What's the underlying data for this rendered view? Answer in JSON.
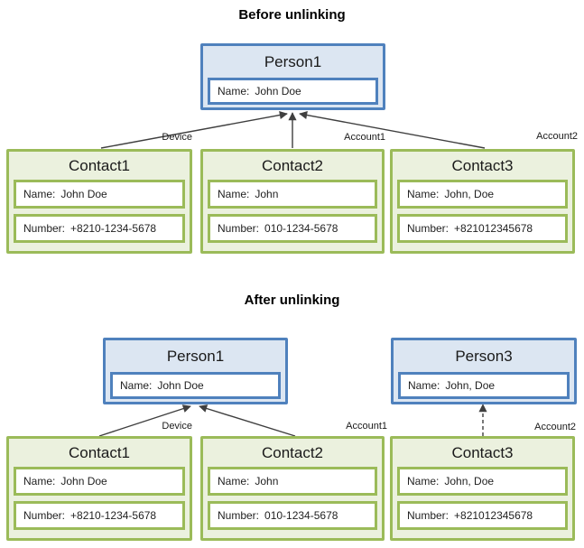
{
  "colors": {
    "person_border": "#4f81bd",
    "person_fill": "#dce6f2",
    "contact_border": "#9bbb59",
    "contact_fill": "#ebf1de",
    "arrow": "#3f3f3f",
    "text": "#1f1f1f"
  },
  "before": {
    "title": "Before unlinking",
    "person1": {
      "title": "Person1",
      "name": {
        "label": "Name:",
        "value": "John Doe"
      }
    },
    "contacts": [
      {
        "title": "Contact1",
        "edge_label": "Device",
        "name": {
          "label": "Name:",
          "value": "John Doe"
        },
        "number": {
          "label": "Number:",
          "value": "+8210-1234-5678"
        }
      },
      {
        "title": "Contact2",
        "edge_label": "Account1",
        "name": {
          "label": "Name:",
          "value": "John"
        },
        "number": {
          "label": "Number:",
          "value": "010-1234-5678"
        }
      },
      {
        "title": "Contact3",
        "edge_label": "Account2",
        "name": {
          "label": "Name:",
          "value": "John, Doe"
        },
        "number": {
          "label": "Number:",
          "value": "+821012345678"
        }
      }
    ]
  },
  "after": {
    "title": "After unlinking",
    "person1": {
      "title": "Person1",
      "name": {
        "label": "Name:",
        "value": "John Doe"
      }
    },
    "person3": {
      "title": "Person3",
      "name": {
        "label": "Name:",
        "value": "John, Doe"
      }
    },
    "contacts": [
      {
        "title": "Contact1",
        "edge_label": "Device",
        "name": {
          "label": "Name:",
          "value": "John Doe"
        },
        "number": {
          "label": "Number:",
          "value": "+8210-1234-5678"
        }
      },
      {
        "title": "Contact2",
        "edge_label": "Account1",
        "name": {
          "label": "Name:",
          "value": "John"
        },
        "number": {
          "label": "Number:",
          "value": "010-1234-5678"
        }
      },
      {
        "title": "Contact3",
        "edge_label": "Account2",
        "name": {
          "label": "Name:",
          "value": "John, Doe"
        },
        "number": {
          "label": "Number:",
          "value": "+821012345678"
        }
      }
    ]
  }
}
